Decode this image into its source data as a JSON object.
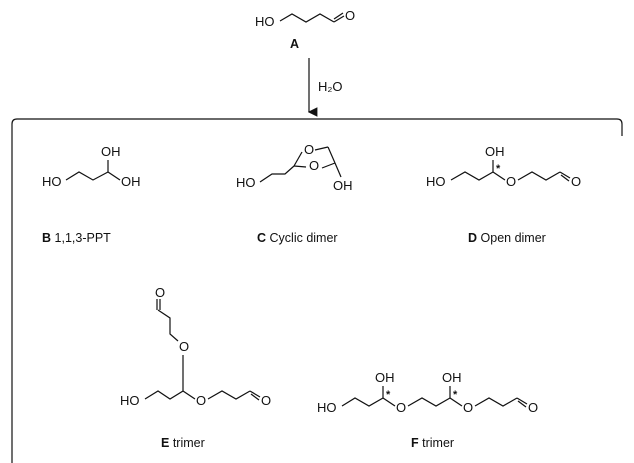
{
  "reactant": {
    "label": "A",
    "atoms": {
      "ho": "HO",
      "o": "O"
    }
  },
  "reaction": {
    "reagent": "H₂O"
  },
  "products": [
    {
      "id": "B",
      "label": "B",
      "description": "1,1,3-PPT",
      "atoms": {
        "ho": "HO",
        "oh_top": "OH",
        "oh_right": "OH"
      }
    },
    {
      "id": "C",
      "label": "C",
      "description": "Cyclic dimer",
      "atoms": {
        "ho": "HO",
        "o1": "O",
        "o2": "O",
        "oh": "OH"
      }
    },
    {
      "id": "D",
      "label": "D",
      "description": "Open dimer",
      "atoms": {
        "ho": "HO",
        "oh": "OH",
        "o": "O",
        "o_end": "O",
        "star": "*"
      }
    },
    {
      "id": "E",
      "label": "E",
      "description": "trimer",
      "atoms": {
        "o_top": "O",
        "o_mid": "O",
        "ho": "HO",
        "o": "O",
        "o_end": "O"
      }
    },
    {
      "id": "F",
      "label": "F",
      "description": "trimer",
      "atoms": {
        "ho": "HO",
        "oh1": "OH",
        "o1": "O",
        "oh2": "OH",
        "o2": "O",
        "o_end": "O",
        "star1": "*",
        "star2": "*"
      }
    }
  ]
}
